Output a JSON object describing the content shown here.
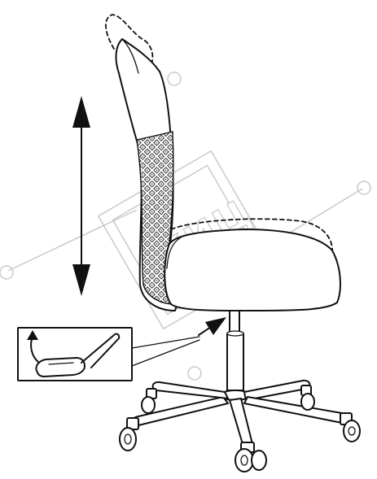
{
  "watermark": {
    "text": "КИЦ"
  },
  "colors": {
    "ink": "#111111",
    "watermark": "#c9c9c9",
    "background": "#ffffff"
  },
  "icons": {
    "height_arrow": "double-arrow-vertical",
    "lever_arrow": "solid-arrow-pointer",
    "lever_lift": "curved-up-arrow"
  }
}
